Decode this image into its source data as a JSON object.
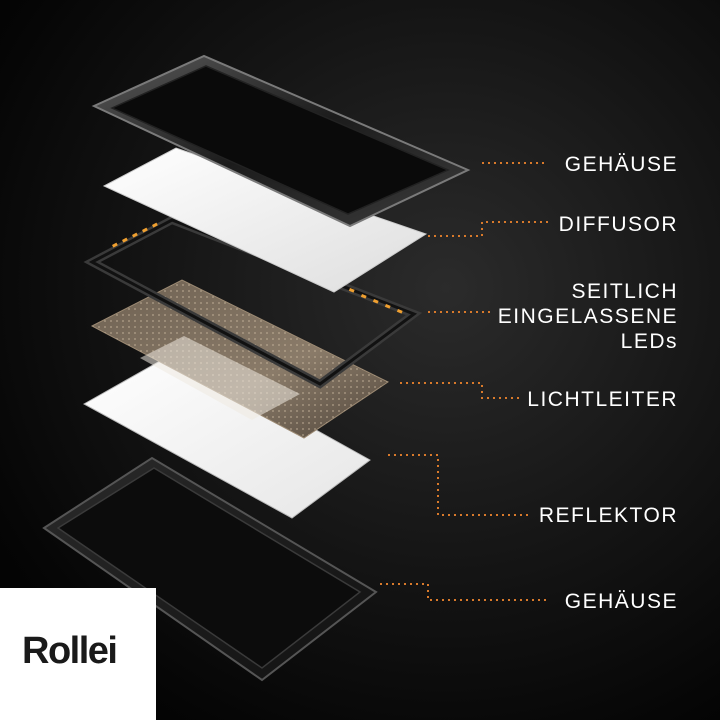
{
  "labels": {
    "gehaeuse_top": "GEHÄUSE",
    "diffusor": "DIFFUSOR",
    "leds_line1": "SEITLICH",
    "leds_line2": "EINGELASSENE",
    "leds_line3": "LEDs",
    "lichtleiter": "LICHTLEITER",
    "reflektor": "REFLEKTOR",
    "gehaeuse_bottom": "GEHÄUSE"
  },
  "brand": {
    "logo": "Rollei"
  },
  "colors": {
    "background": "#000000",
    "label_text": "#ffffff",
    "leader_line": "#d97a2b",
    "led": "#f0a030"
  }
}
